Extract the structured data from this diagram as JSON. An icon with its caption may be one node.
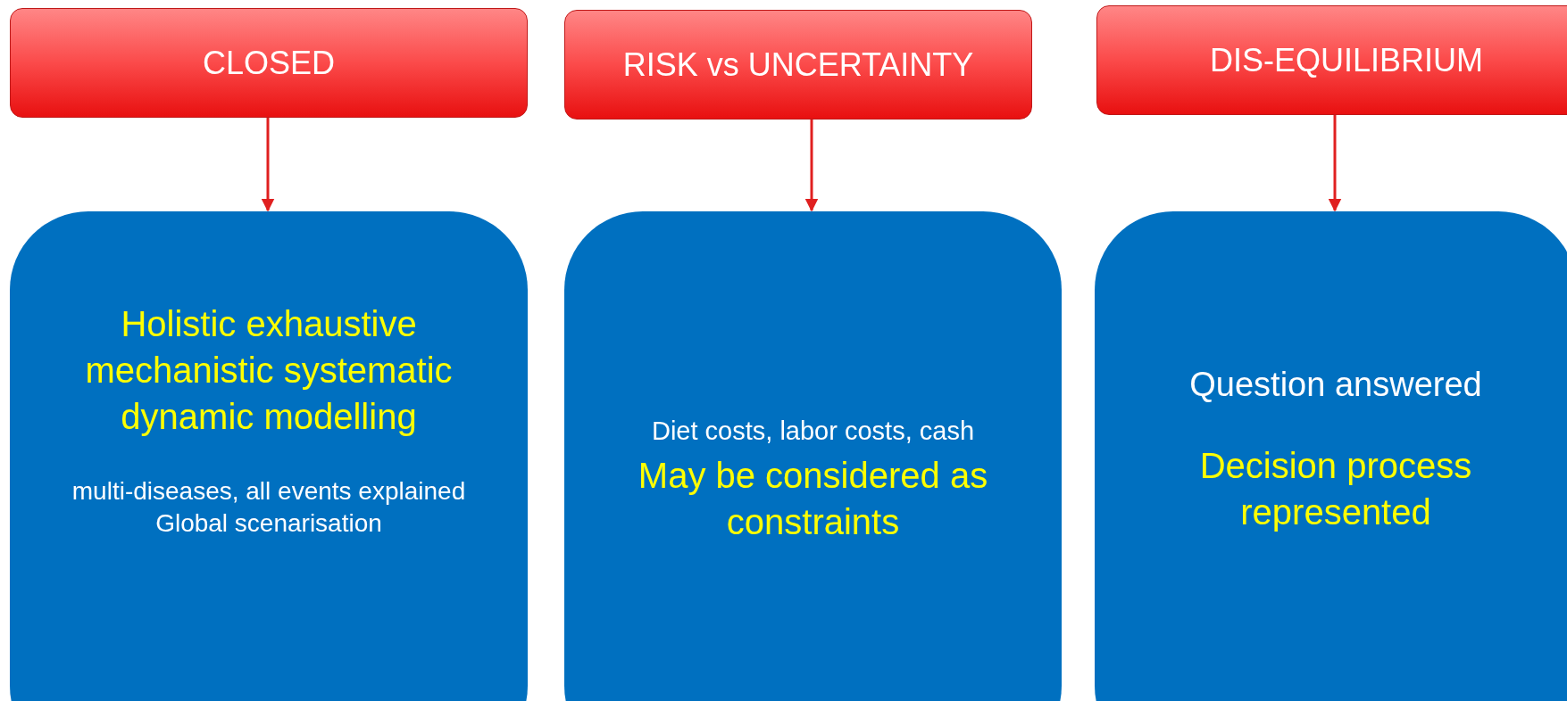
{
  "diagram": {
    "nodes": [
      {
        "text": [
          "CLOSED"
        ]
      },
      {
        "text": [
          "RISK vs UNCERTAINTY"
        ]
      },
      {
        "text": [
          "DIS-EQUILIBRIUM"
        ]
      },
      {
        "text": [
          "Holistic exhaustive mechanistic systematic dynamic modelling",
          "multi-diseases, all events explained",
          "Global scenarisation"
        ]
      },
      {
        "text": [
          "Diet costs, labor costs, cash",
          "May be considered as constraints"
        ]
      },
      {
        "text": [
          "Question answered",
          "Decision process represented"
        ]
      }
    ],
    "edges": [
      {
        "from": 0,
        "to": 3,
        "arrow": "to"
      },
      {
        "from": 1,
        "to": 4,
        "arrow": "to"
      },
      {
        "from": 2,
        "to": 5,
        "arrow": "to"
      }
    ]
  }
}
